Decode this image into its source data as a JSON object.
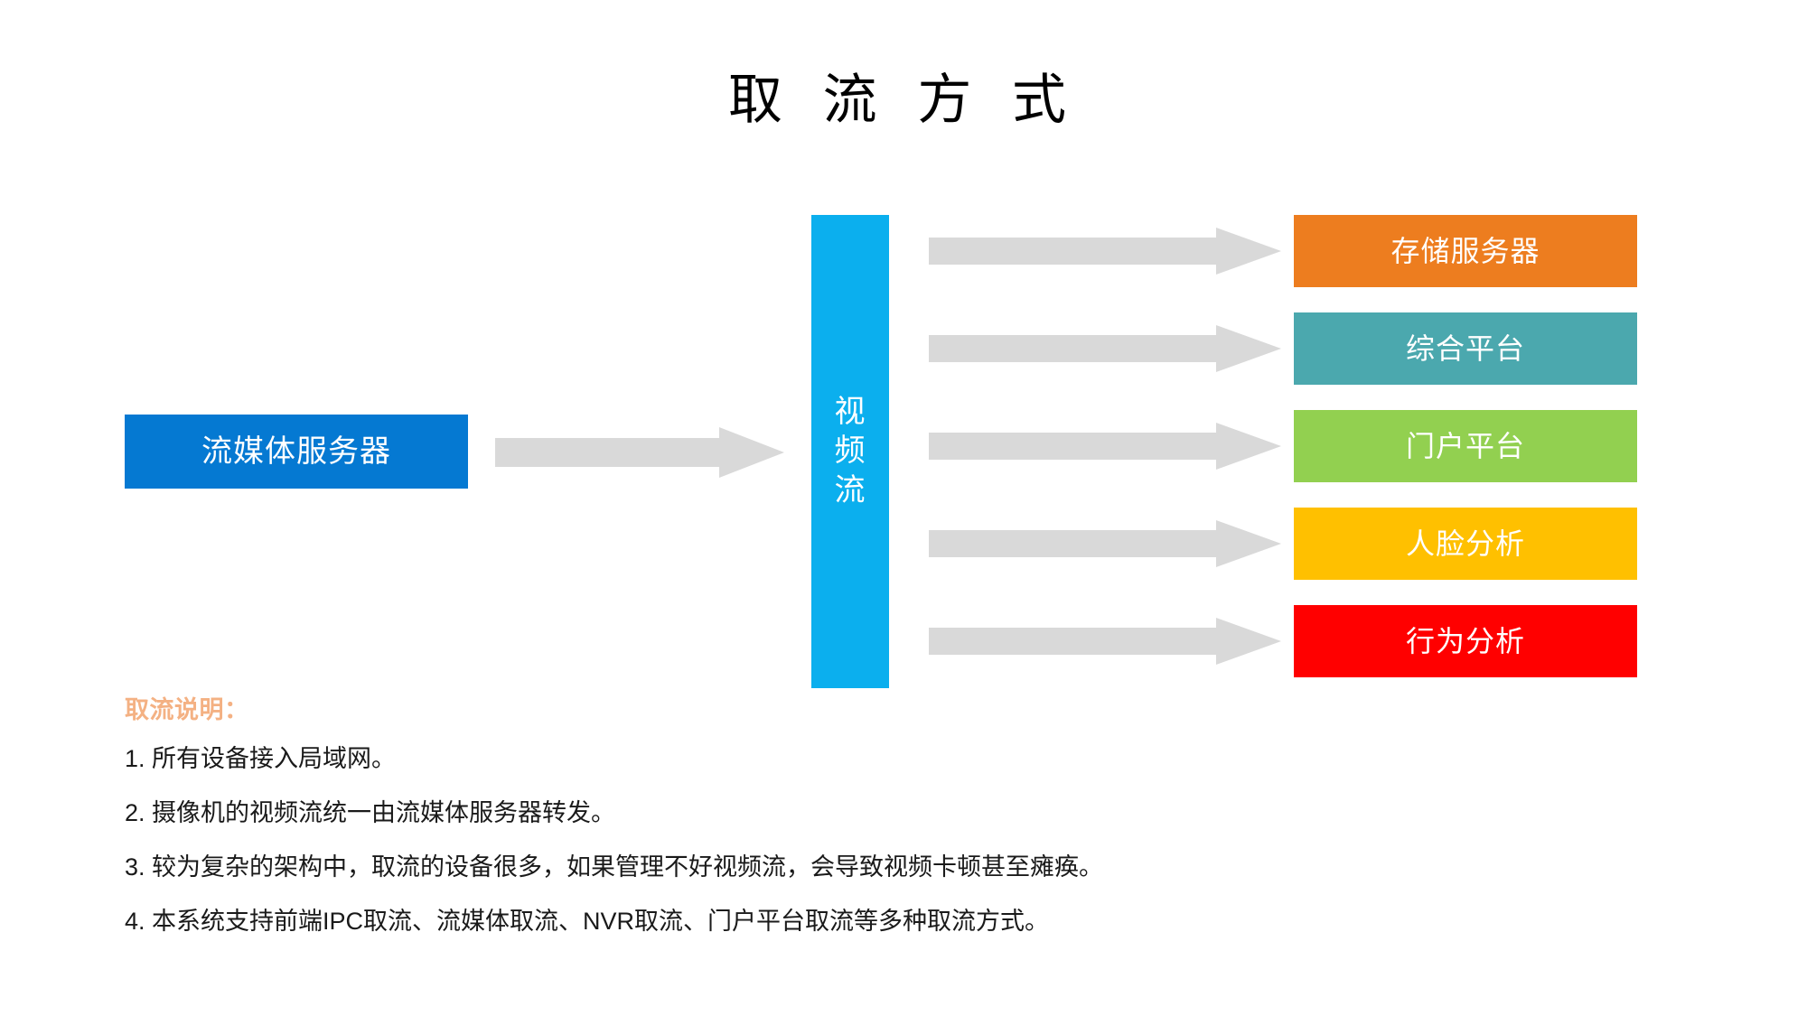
{
  "slide": {
    "title": "取 流 方 式",
    "background_color": "#FFFFFF"
  },
  "diagram": {
    "source": {
      "label": "流媒体服务器",
      "color": "#0579D2",
      "text_color": "#FFFFFF"
    },
    "pipe": {
      "label": "视频流",
      "char_1": "视",
      "char_2": "频",
      "char_3": "流",
      "color": "#0BAFEE",
      "text_color": "#FFFFFF"
    },
    "arrow_color": "#D9D9D9",
    "main_arrow": {
      "name": "source-to-pipe-arrow",
      "direction": "right"
    },
    "destinations": [
      {
        "label": "存储服务器",
        "color": "#ED7D1F",
        "text_color": "#FFFFFF",
        "arrow": "pipe-to-storage-arrow"
      },
      {
        "label": "综合平台",
        "color": "#4BA8AE",
        "text_color": "#FFFFFF",
        "arrow": "pipe-to-integrated-platform-arrow"
      },
      {
        "label": "门户平台",
        "color": "#92D050",
        "text_color": "#FFFFFF",
        "arrow": "pipe-to-portal-platform-arrow"
      },
      {
        "label": "人脸分析",
        "color": "#FFC000",
        "text_color": "#FFFFFF",
        "arrow": "pipe-to-face-analysis-arrow"
      },
      {
        "label": "行为分析",
        "color": "#FF0000",
        "text_color": "#FFFFFF",
        "arrow": "pipe-to-behavior-analysis-arrow"
      }
    ]
  },
  "notes": {
    "heading": "取流说明：",
    "heading_color": "#F4B183",
    "items": [
      "1. 所有设备接入局域网。",
      "2. 摄像机的视频流统一由流媒体服务器转发。",
      "3. 较为复杂的架构中，取流的设备很多，如果管理不好视频流，会导致视频卡顿甚至瘫痪。",
      "4. 本系统支持前端IPC取流、流媒体取流、NVR取流、门户平台取流等多种取流方式。"
    ]
  }
}
